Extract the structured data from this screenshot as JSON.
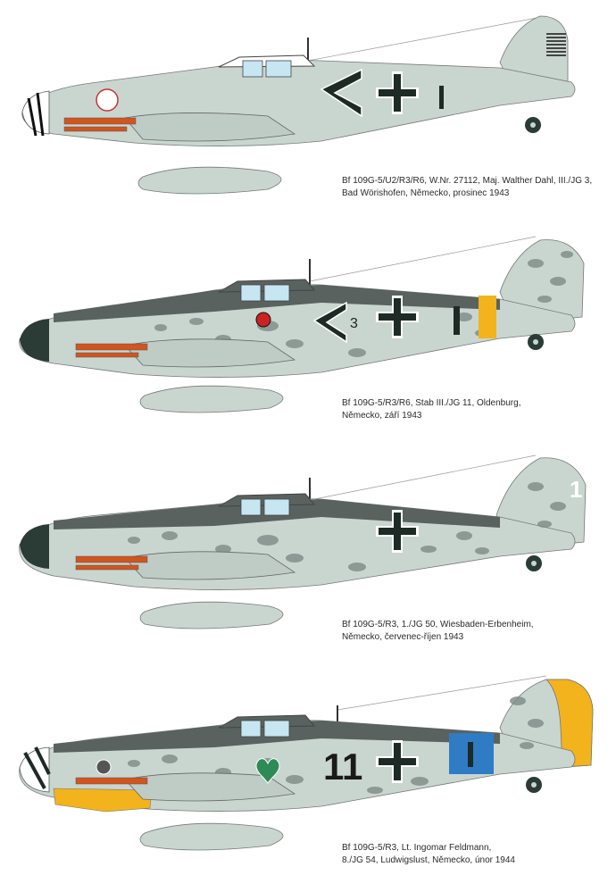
{
  "profiles": [
    {
      "id": "dahl",
      "caption_lines": [
        "Bf 109G-5/U2/R3/R6, W.Nr. 27112, Maj. Walther Dahl, III./JG 3,",
        "Bad Wörishofen, Německo, prosinec 1943"
      ],
      "fuselage_number": "",
      "colors": {
        "base": "#c9d6d0",
        "mottle": "none",
        "band": "none",
        "rudder": "none",
        "cowl": "#ffffff"
      }
    },
    {
      "id": "oldenburg",
      "caption_lines": [
        "Bf 109G-5/R3/R6, Stab III./JG 11, Oldenburg,",
        "Německo, září 1943"
      ],
      "fuselage_number": "3",
      "colors": {
        "base": "#c9d6d0",
        "mottle": "#7d8a86",
        "band": "#f2b31c",
        "rudder": "none",
        "cowl": "#2b3b35"
      }
    },
    {
      "id": "wiesbaden",
      "caption_lines": [
        "Bf 109G-5/R3, 1./JG 50, Wiesbaden-Erbenheim,",
        "Německo, červenec-říjen 1943"
      ],
      "fuselage_number": "1",
      "colors": {
        "base": "#c9d6d0",
        "mottle": "#7d8a86",
        "band": "none",
        "rudder": "none",
        "cowl": "#2b3b35"
      }
    },
    {
      "id": "feldmann",
      "caption_lines": [
        "Bf 109G-5/R3, Lt. Ingomar Feldmann,",
        "8./JG 54, Ludwigslust, Německo, únor 1944"
      ],
      "fuselage_number": "11",
      "colors": {
        "base": "#c9d6d0",
        "mottle": "#7d8a86",
        "band": "#2f7cc4",
        "rudder": "#f2b31c",
        "cowl": "#ffffff"
      }
    }
  ]
}
